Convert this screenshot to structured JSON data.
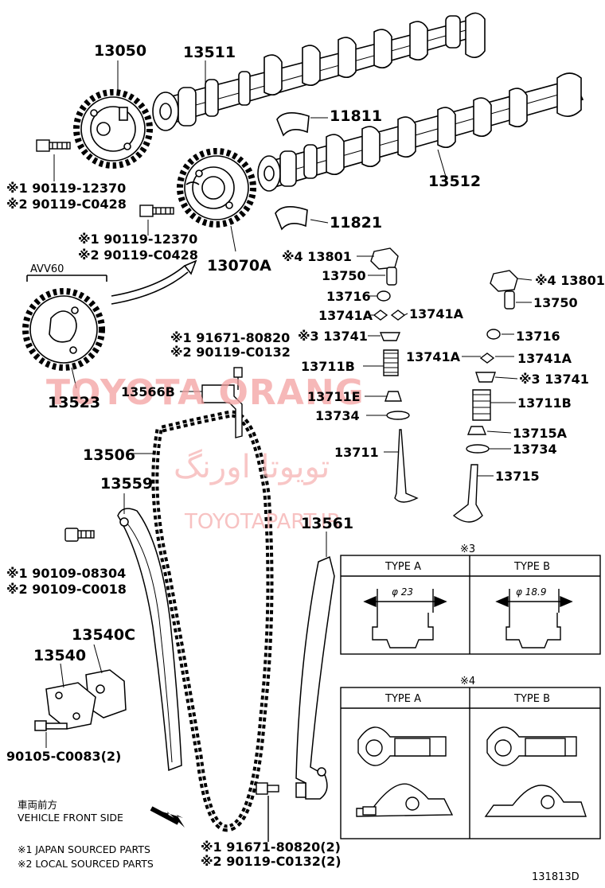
{
  "labels": {
    "p13050": "13050",
    "p13511": "13511",
    "p11811": "11811",
    "p13512": "13512",
    "p11821": "11821",
    "p13070a": "13070A",
    "bolt1_a": "※1 90119-12370",
    "bolt1_b": "※2 90119-C0428",
    "bolt2_a": "※1 90119-12370",
    "bolt2_b": "※2 90119-C0428",
    "avv60": "AVV60",
    "p13523": "13523",
    "p13801_l": "※4 13801",
    "p13750_l": "13750",
    "p13716_l": "13716",
    "p13741a_l1": "13741A",
    "p13741a_l2": "13741A",
    "p13741_l": "※3 13741",
    "p13711b_l": "13711B",
    "p13711e": "13711E",
    "p13734_l": "13734",
    "p13711": "13711",
    "p13801_r": "※4 13801",
    "p13750_r": "13750",
    "p13716_r": "13716",
    "p13741a_r1": "13741A",
    "p13741a_r2": "13741A",
    "p13741_r": "※3 13741",
    "p13711b_r": "13711B",
    "p13715a": "13715A",
    "p13734_r": "13734",
    "p13715": "13715",
    "bolt3_a": "※1 91671-80820",
    "bolt3_b": "※2 90119-C0132",
    "p13566b": "13566B",
    "p13506": "13506",
    "p13559": "13559",
    "bolt4_a": "※1 90109-08304",
    "bolt4_b": "※2 90109-C0018",
    "p13540c": "13540C",
    "p13540": "13540",
    "bolt5": "90105-C0083(2)",
    "p13561": "13561",
    "bolt6_a": "※1 91671-80820(2)",
    "bolt6_b": "※2 90119-C0132(2)",
    "front_jp": "車両前方",
    "front_en": "VEHICLE FRONT SIDE",
    "legend1": "※1 JAPAN SOURCED PARTS",
    "legend2": "※2 LOCAL SOURCED PARTS",
    "figure_code": "131813D"
  },
  "box3": {
    "mark": "※3",
    "type_a": "TYPE A",
    "type_b": "TYPE B",
    "dim_a": "φ 23",
    "dim_b": "φ 18.9"
  },
  "box4": {
    "mark": "※4",
    "type_a": "TYPE A",
    "type_b": "TYPE B"
  },
  "watermark": {
    "brand": "TOYOTA ORANG",
    "persian": "تویوتا اورنگ",
    "url": "TOYOTAPART.IR"
  }
}
